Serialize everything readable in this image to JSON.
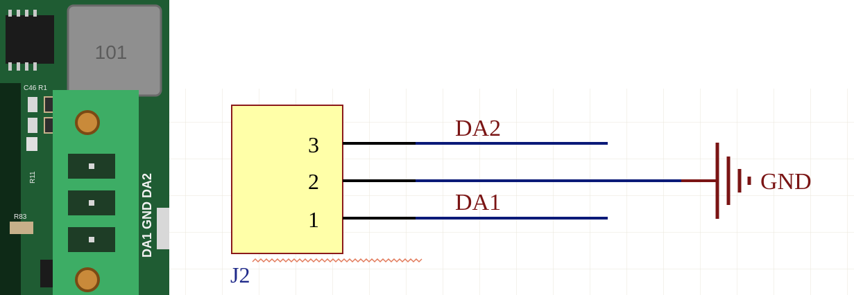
{
  "photo": {
    "inductor_marking": "101",
    "silkscreen_ref": "C46 R1",
    "resistor_ref": "R11",
    "resistor_ref_2": "R83",
    "connector_silkscreen": "DA1 GND DA2",
    "colors": {
      "board": "#1f5c33",
      "board_dark": "#0e2a17",
      "connector": "#3dad65",
      "inductor": "#8f8f8f",
      "pad": "#c7b08a"
    }
  },
  "schematic": {
    "component_ref": "J2",
    "pins": [
      {
        "number": "3",
        "net": "DA2"
      },
      {
        "number": "2",
        "net": "GND"
      },
      {
        "number": "1",
        "net": "DA1"
      }
    ],
    "net_labels": {
      "top": "DA2",
      "bottom": "DA1"
    },
    "power_port": "GND",
    "colors": {
      "grid": "#e9e5da",
      "component_fill": "#ffffa8",
      "component_border": "#8b1a1a",
      "pin": "#000000",
      "wire": "#0b1a78",
      "net_label": "#7a1414",
      "power": "#7a1414",
      "designator": "#1f2a8a",
      "error_squiggle": "#e27a5a"
    }
  }
}
